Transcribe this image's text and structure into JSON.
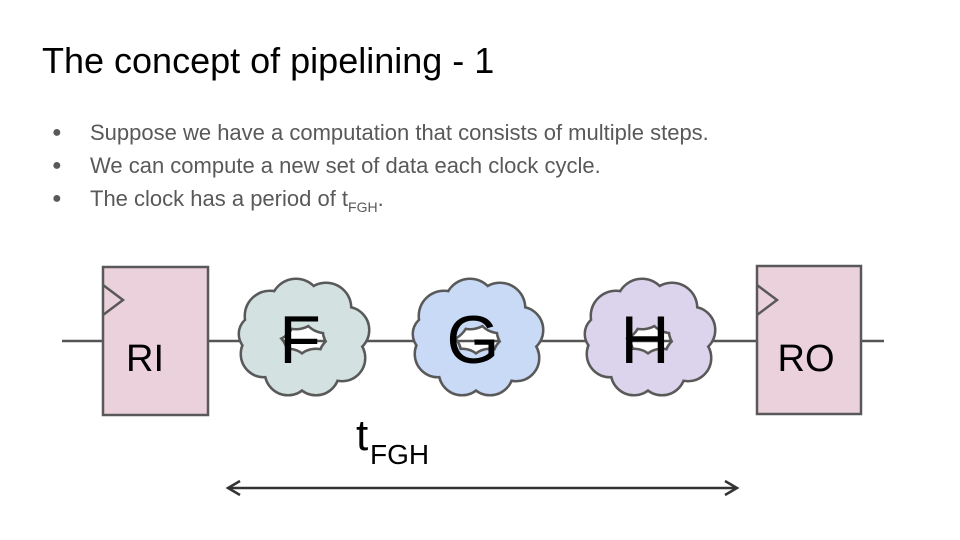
{
  "slide": {
    "title": "The concept of pipelining - 1",
    "bullets": [
      {
        "text": "Suppose we have a computation that consists of multiple steps."
      },
      {
        "text": "We can compute a new set of data each clock cycle."
      },
      {
        "text": "The clock has a period of t",
        "sub": "FGH",
        "suffix": "."
      }
    ]
  },
  "diagram": {
    "input_register": {
      "label": "RI"
    },
    "output_register": {
      "label": "RO"
    },
    "stages": [
      {
        "label": "F",
        "color": "#d3e1e1"
      },
      {
        "label": "G",
        "color": "#c9daf7"
      },
      {
        "label": "H",
        "color": "#dcd4ec"
      }
    ],
    "register_color": "#ead1dc",
    "period_label": {
      "main": "t",
      "sub": "FGH"
    }
  }
}
